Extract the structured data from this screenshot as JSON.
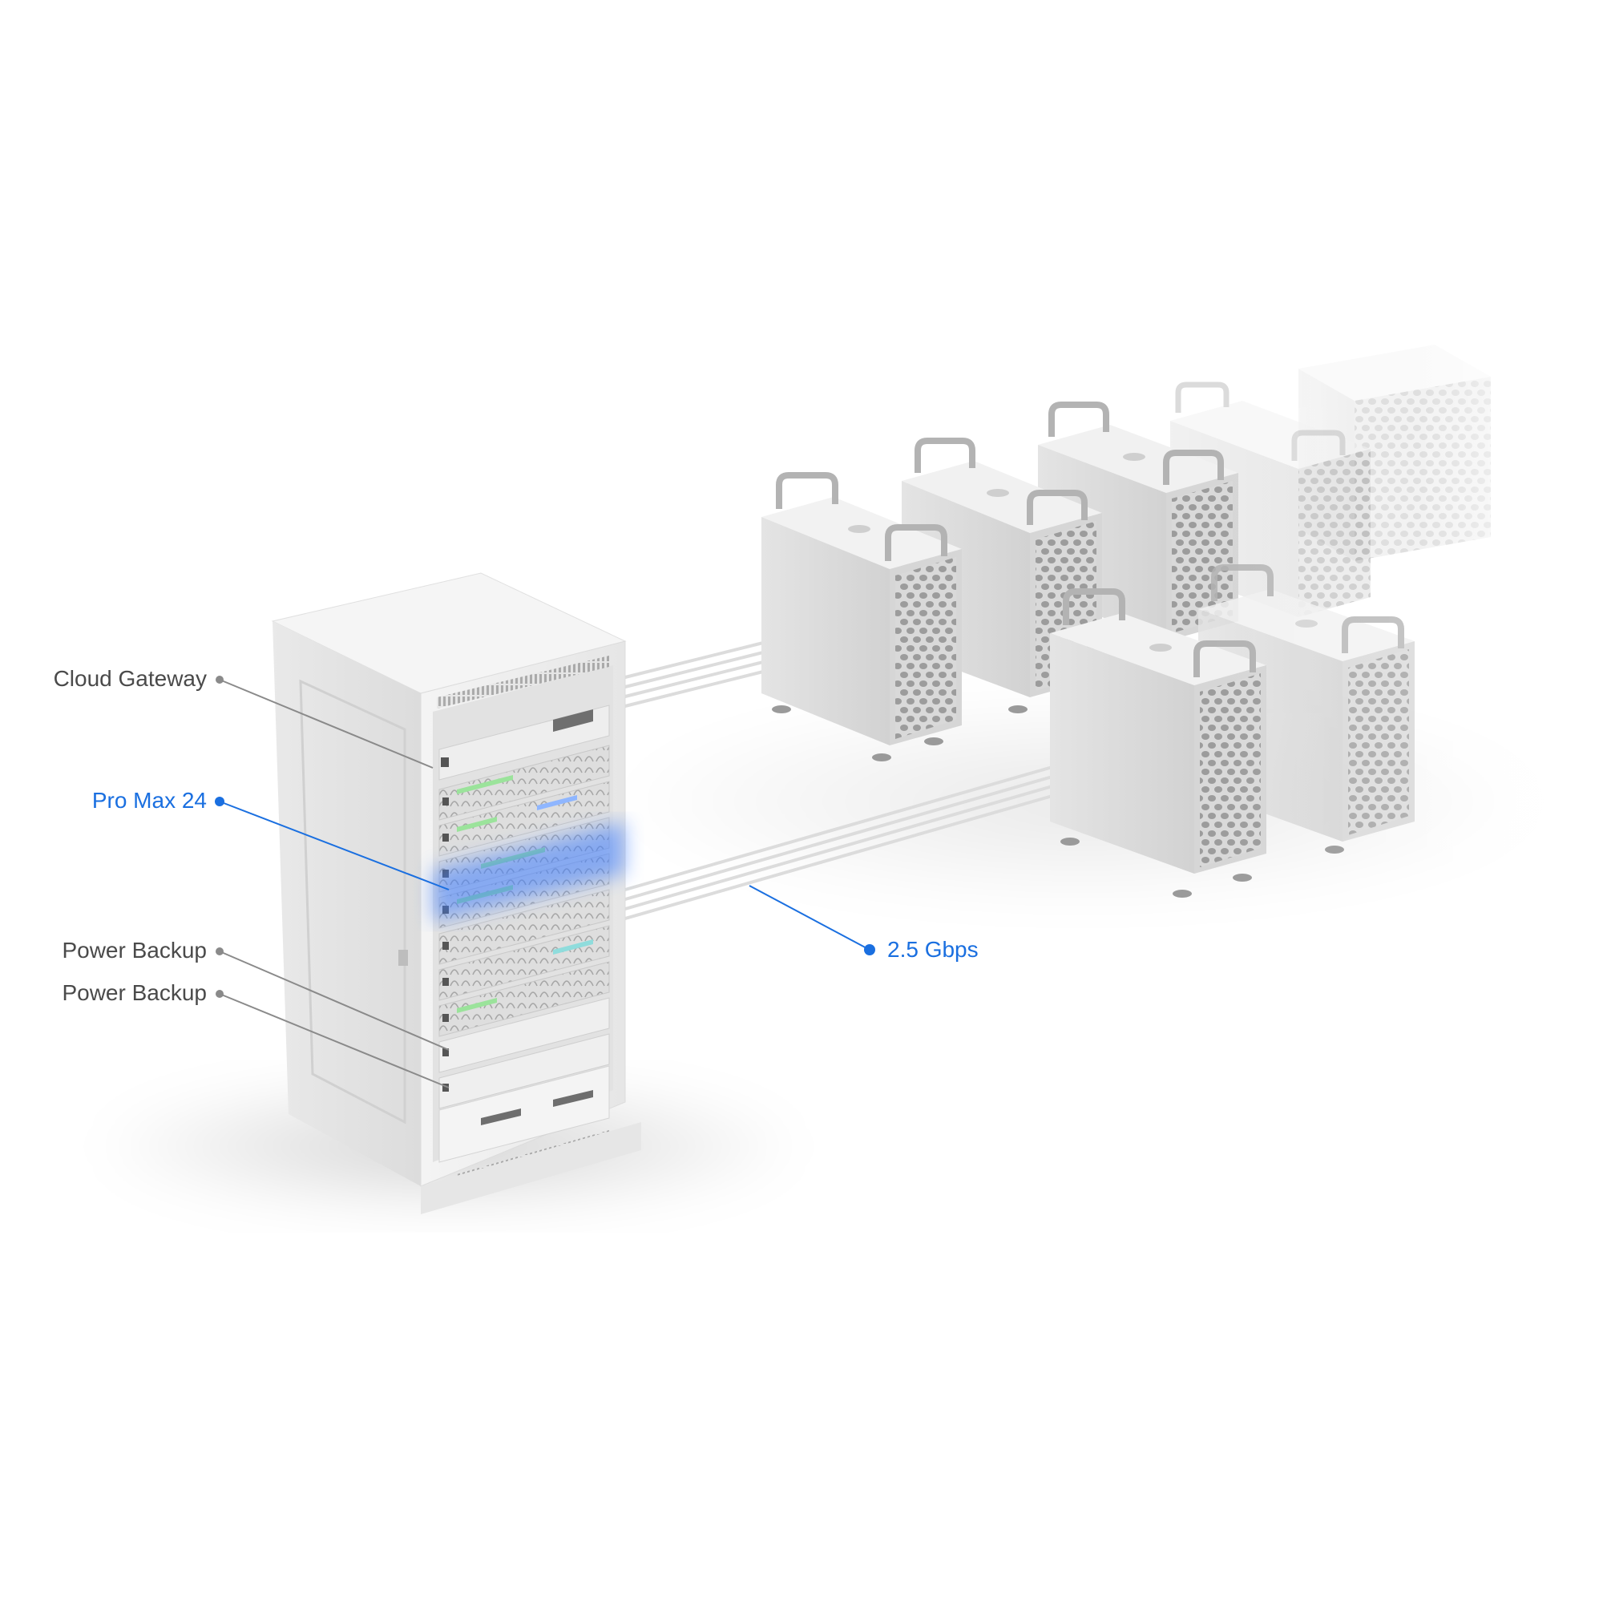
{
  "labels": {
    "cloud_gateway": "Cloud Gateway",
    "pro_max": "Pro Max 24",
    "power_backup_1": "Power Backup",
    "power_backup_2": "Power Backup",
    "speed": "2.5 Gbps"
  },
  "colors": {
    "label_gray": "#4a4a4a",
    "leader_gray": "#8a8a8a",
    "accent_blue": "#1a6fe0",
    "metal_light": "#f0f0f0",
    "metal_mid": "#d8d8d8",
    "metal_dark": "#b8b8b8",
    "led_green": "#9be39b",
    "led_blue": "#8fb6ff",
    "highlight_glow": "#3d7dff"
  }
}
